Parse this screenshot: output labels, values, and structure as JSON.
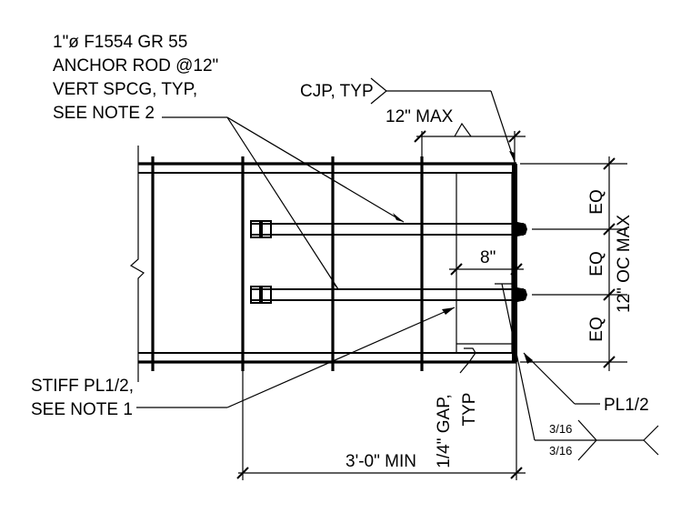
{
  "labels": {
    "anchor_rod": [
      "1\"ø F1554 GR 55",
      "ANCHOR ROD @12\"",
      "VERT SPCG, TYP,",
      "SEE NOTE 2"
    ],
    "cjp": "CJP, TYP",
    "max12": "12\" MAX",
    "eq1": "EQ",
    "eq2": "EQ",
    "eq3": "EQ",
    "oc_max": "12\" OC MAX",
    "eight": "8\"",
    "stiff": [
      "STIFF PL1/2,",
      "SEE NOTE 1"
    ],
    "gap": [
      "1/4\" GAP,",
      "TYP"
    ],
    "pl": "PL1/2",
    "weld_top": "3/16",
    "weld_bot": "3/16",
    "min": "3'-0\" MIN"
  }
}
